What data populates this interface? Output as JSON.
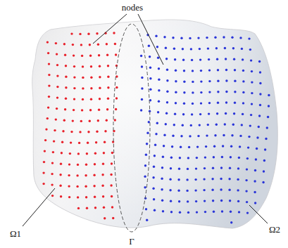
{
  "diagram": {
    "labels": [
      "nodes",
      "Ω1",
      "Γ",
      "Ω2"
    ]
  }
}
